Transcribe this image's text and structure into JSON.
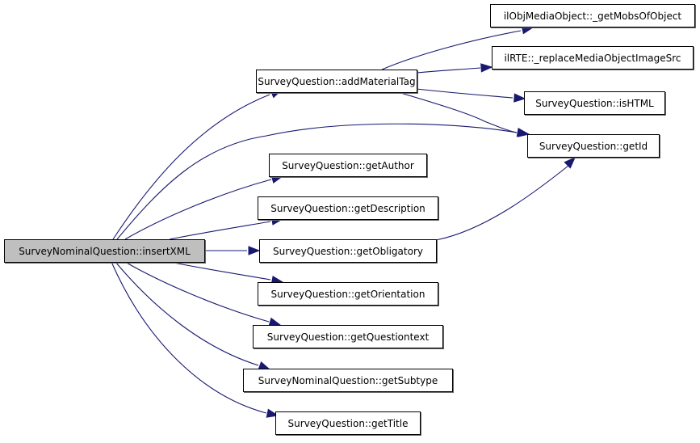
{
  "graph": {
    "title": "Call graph of SurveyNominalQuestion::insertXML",
    "colors": {
      "edge": "#191970",
      "root_fill": "#bfbfbf",
      "node_fill": "#ffffff",
      "border": "#000000"
    },
    "root": {
      "id": "insertXML",
      "label": "SurveyNominalQuestion::insertXML"
    },
    "nodes": [
      {
        "id": "addMaterialTag",
        "label": "SurveyQuestion::addMaterialTag"
      },
      {
        "id": "getMobsOfObject",
        "label": "ilObjMediaObject::_getMobsOfObject"
      },
      {
        "id": "replaceMediaObjectImageSrc",
        "label": "ilRTE::_replaceMediaObjectImageSrc"
      },
      {
        "id": "isHTML",
        "label": "SurveyQuestion::isHTML"
      },
      {
        "id": "getId",
        "label": "SurveyQuestion::getId"
      },
      {
        "id": "getAuthor",
        "label": "SurveyQuestion::getAuthor"
      },
      {
        "id": "getDescription",
        "label": "SurveyQuestion::getDescription"
      },
      {
        "id": "getObligatory",
        "label": "SurveyQuestion::getObligatory"
      },
      {
        "id": "getOrientation",
        "label": "SurveyQuestion::getOrientation"
      },
      {
        "id": "getQuestiontext",
        "label": "SurveyQuestion::getQuestiontext"
      },
      {
        "id": "getSubtype",
        "label": "SurveyNominalQuestion::getSubtype"
      },
      {
        "id": "getTitle",
        "label": "SurveyQuestion::getTitle"
      }
    ],
    "edges": [
      {
        "from": "insertXML",
        "to": "addMaterialTag"
      },
      {
        "from": "insertXML",
        "to": "getId"
      },
      {
        "from": "insertXML",
        "to": "getAuthor"
      },
      {
        "from": "insertXML",
        "to": "getDescription"
      },
      {
        "from": "insertXML",
        "to": "getObligatory"
      },
      {
        "from": "insertXML",
        "to": "getOrientation"
      },
      {
        "from": "insertXML",
        "to": "getQuestiontext"
      },
      {
        "from": "insertXML",
        "to": "getSubtype"
      },
      {
        "from": "insertXML",
        "to": "getTitle"
      },
      {
        "from": "addMaterialTag",
        "to": "getMobsOfObject"
      },
      {
        "from": "addMaterialTag",
        "to": "replaceMediaObjectImageSrc"
      },
      {
        "from": "addMaterialTag",
        "to": "isHTML"
      },
      {
        "from": "addMaterialTag",
        "to": "getId"
      },
      {
        "from": "getObligatory",
        "to": "getId"
      }
    ]
  }
}
